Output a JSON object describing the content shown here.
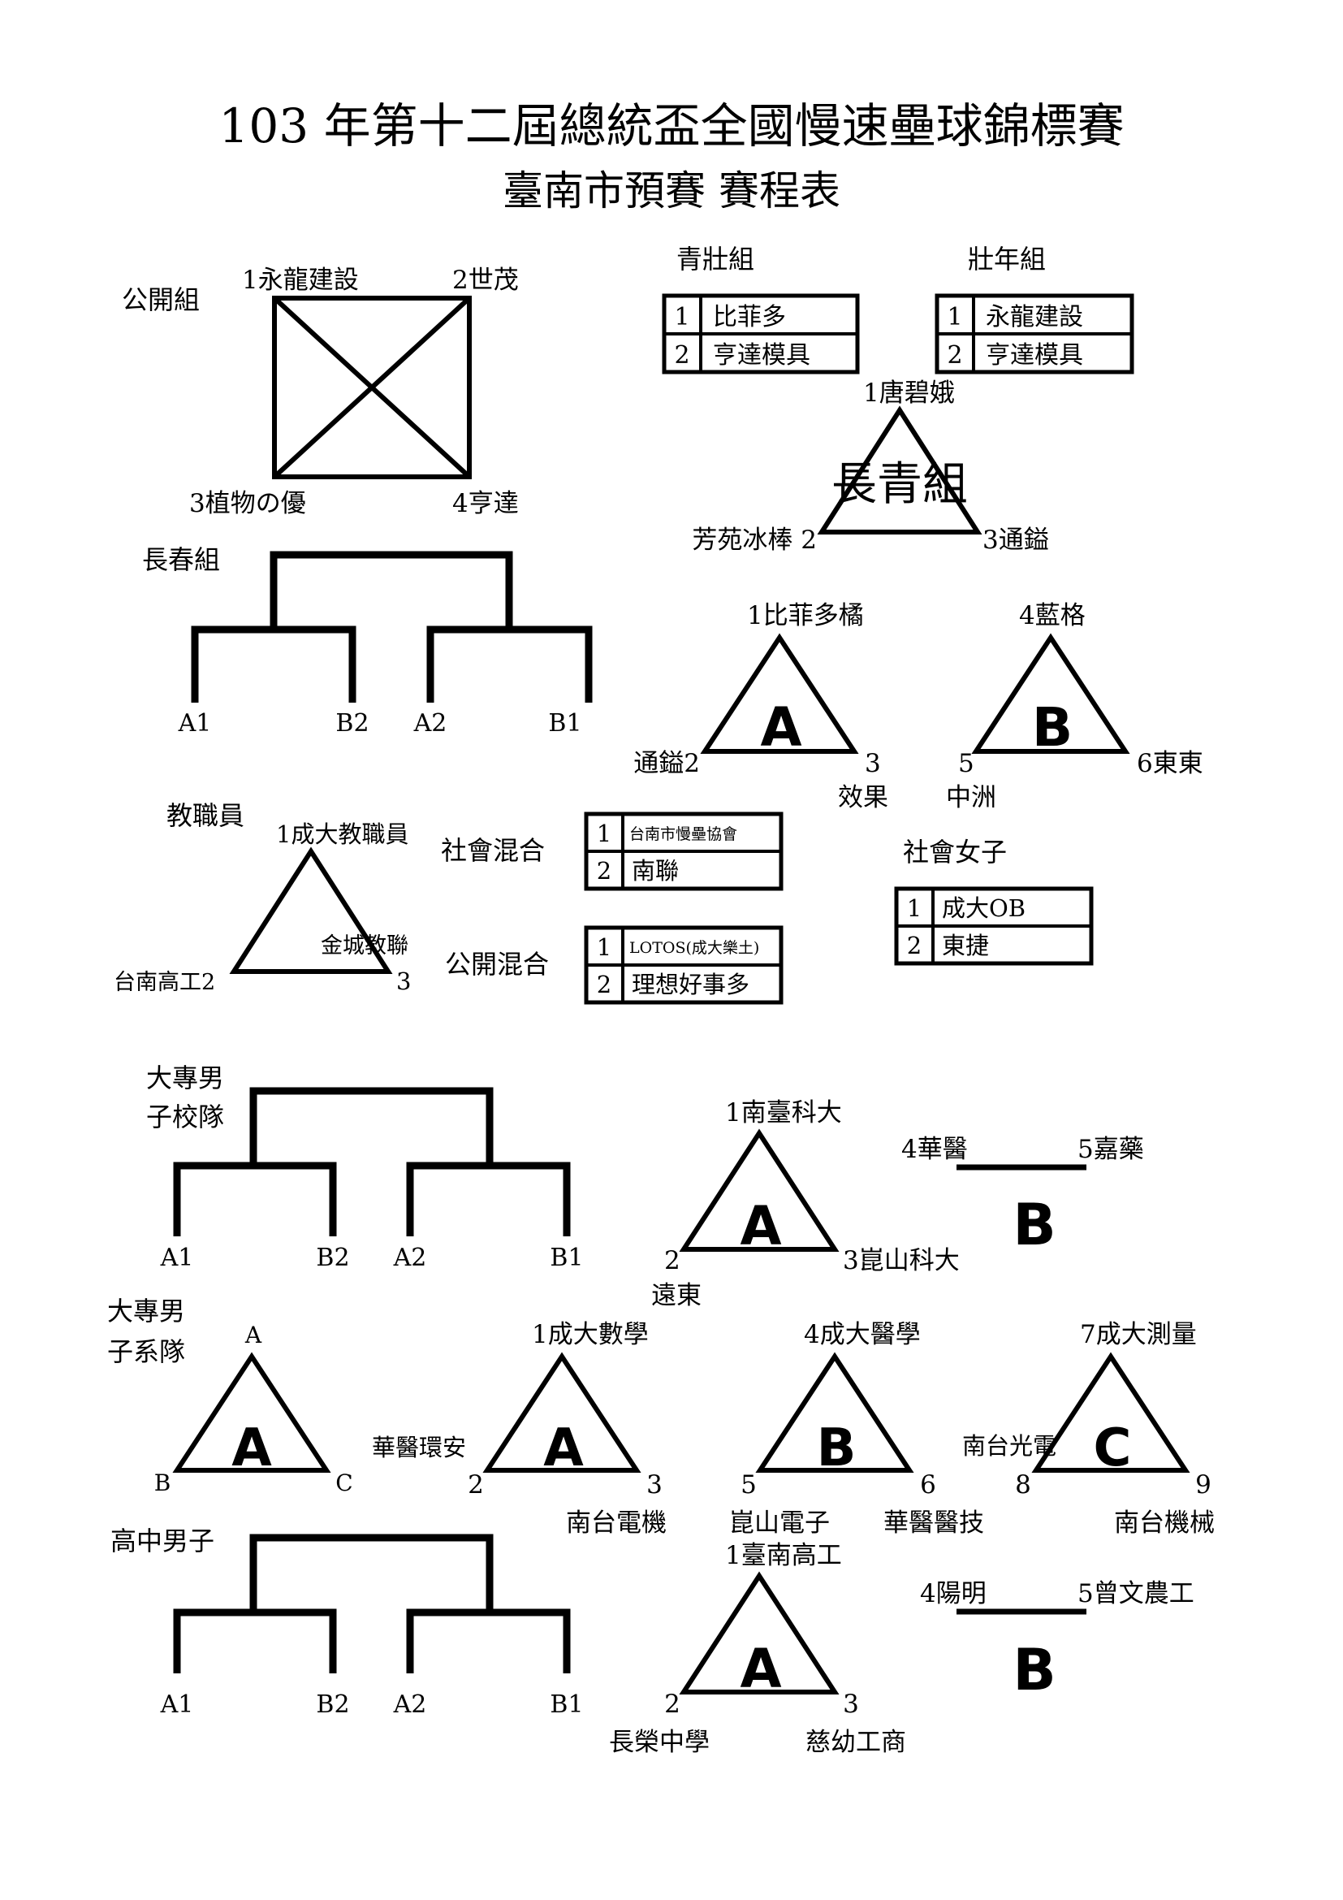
{
  "title": {
    "line1": "103 年第十二屆總統盃全國慢速壘球錦標賽",
    "line2": "臺南市預賽 賽程表"
  },
  "open_group": {
    "label": "公開組",
    "t1": "1永龍建設",
    "t2": "2世茂",
    "t3": "3植物の優",
    "t4": "4亨達"
  },
  "young_group": {
    "label": "青壯組",
    "rows": [
      {
        "seed": "1",
        "team": "比菲多"
      },
      {
        "seed": "2",
        "team": "亨達模具"
      }
    ]
  },
  "prime_group": {
    "label": "壯年組",
    "rows": [
      {
        "seed": "1",
        "team": "永龍建設"
      },
      {
        "seed": "2",
        "team": "亨達模具"
      }
    ]
  },
  "evergreen_group": {
    "label": "長青組",
    "top": "1唐碧娥",
    "left": "芳苑冰棒 2",
    "right": "3通鎰"
  },
  "changchun_group": {
    "label": "長春組",
    "slots": [
      "A1",
      "B2",
      "A2",
      "B1"
    ]
  },
  "changchun_pools": {
    "a": {
      "letter": "A",
      "top": "1比菲多橘",
      "left": "通鎰2",
      "right": "3",
      "right_sub": "效果"
    },
    "b": {
      "letter": "B",
      "top": "4藍格",
      "left": "5",
      "left_sub": "中洲",
      "right": "6東東"
    }
  },
  "faculty_group": {
    "label": "教職員",
    "top": "1成大教職員",
    "left": "台南高工2",
    "right": "3",
    "inner": "金城教聯"
  },
  "social_mixed": {
    "label": "社會混合",
    "rows": [
      {
        "seed": "1",
        "team": "台南市慢壘協會"
      },
      {
        "seed": "2",
        "team": "南聯"
      }
    ]
  },
  "open_mixed": {
    "label": "公開混合",
    "rows": [
      {
        "seed": "1",
        "team": "LOTOS(成大樂土)"
      },
      {
        "seed": "2",
        "team": "理想好事多"
      }
    ]
  },
  "social_women": {
    "label": "社會女子",
    "rows": [
      {
        "seed": "1",
        "team": "成大OB"
      },
      {
        "seed": "2",
        "team": "東捷"
      }
    ]
  },
  "college_men_school": {
    "label_line1": "大專男",
    "label_line2": "子校隊",
    "slots": [
      "A1",
      "B2",
      "A2",
      "B1"
    ],
    "pool_a": {
      "letter": "A",
      "top": "1南臺科大",
      "left": "2",
      "left_sub": "遠東",
      "right": "3崑山科大"
    },
    "pool_b": {
      "letter": "B",
      "t1": "4華醫",
      "t2": "5嘉藥"
    }
  },
  "college_men_dept": {
    "label_line1": "大專男",
    "label_line2": "子系隊",
    "legend": {
      "letter": "A",
      "top": "A",
      "left": "B",
      "right": "C"
    },
    "pool_a": {
      "letter": "A",
      "top": "1成大數學",
      "left_sub": "華醫環安",
      "left": "2",
      "right": "3",
      "right_sub": "南台電機"
    },
    "pool_b": {
      "letter": "B",
      "top": "4成大醫學",
      "left": "5",
      "left_sub": "崑山電子",
      "right": "6",
      "right_sub": "華醫醫技"
    },
    "pool_c": {
      "letter": "C",
      "top": "7成大測量",
      "left_sub": "南台光電",
      "left": "8",
      "right": "9",
      "right_sub": "南台機械"
    }
  },
  "high_school_men": {
    "label": "高中男子",
    "slots": [
      "A1",
      "B2",
      "A2",
      "B1"
    ],
    "pool_a": {
      "letter": "A",
      "top": "1臺南高工",
      "left": "2",
      "left_sub": "長榮中學",
      "right": "3",
      "right_sub": "慈幼工商"
    },
    "pool_b": {
      "letter": "B",
      "t1": "4陽明",
      "t2": "5曾文農工"
    }
  }
}
